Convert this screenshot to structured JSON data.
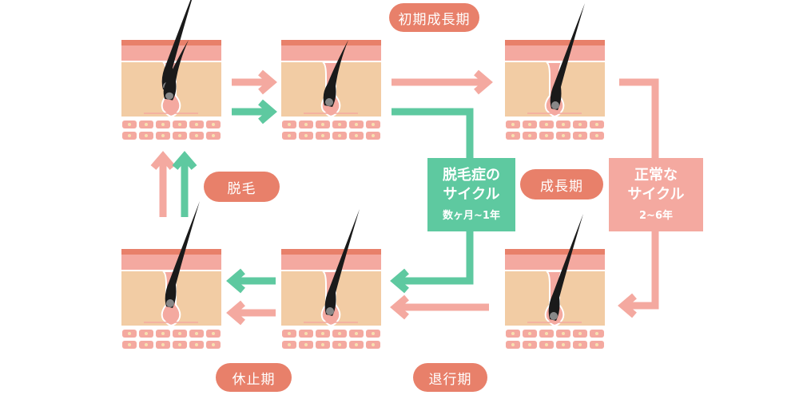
{
  "labels": {
    "early_anagen": "初期成長期",
    "anagen": "成長期",
    "catagen": "退行期",
    "telogen": "休止期",
    "shedding": "脱毛"
  },
  "alopecia_cycle": {
    "line1": "脱毛症の",
    "line2": "サイクル",
    "duration": "数ヶ月~1年"
  },
  "normal_cycle": {
    "line1": "正常な",
    "line2": "サイクル",
    "duration": "2~6年"
  },
  "colors": {
    "label": "#e8806a",
    "pink": "#f4a9a0",
    "green": "#5ec9a0",
    "tan": "#f2cca4",
    "dark_stripe": "#e8806a"
  }
}
